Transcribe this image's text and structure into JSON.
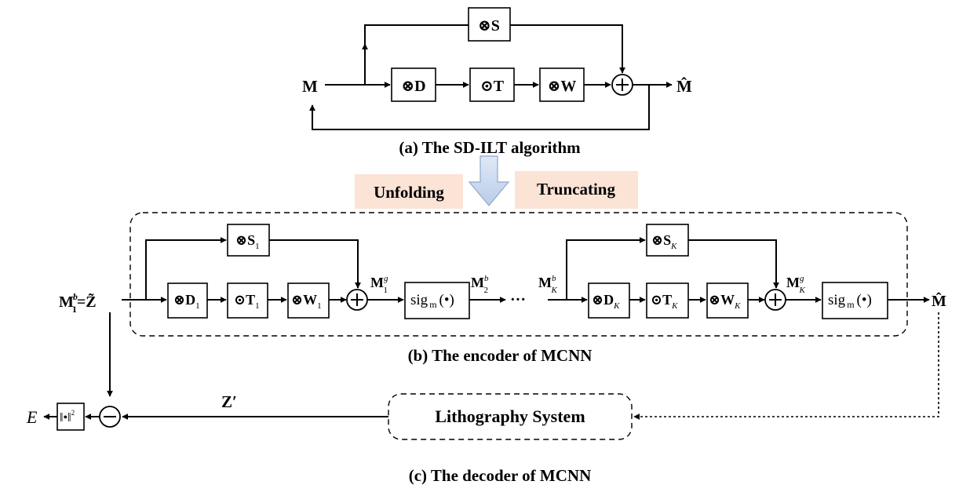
{
  "sd_ilt": {
    "mask_in": "M",
    "mask_out": "M̂",
    "shortcut_op": "⊗S",
    "conv_d": "⊗D",
    "threshold": "⊙T",
    "conv_w": "⊗W",
    "caption": "(a) The SD-ILT algorithm"
  },
  "transition": {
    "left_label": "Unfolding",
    "right_label": "Truncating"
  },
  "encoder": {
    "input": "M",
    "input_sup": "b",
    "input_sub": "1",
    "input_eq": "=Z̃",
    "block1": {
      "s": "⊗S",
      "s_sub": "1",
      "d": "⊗D",
      "d_sub": "1",
      "t": "⊙T",
      "t_sub": "1",
      "w": "⊗W",
      "w_sub": "1",
      "mg": "M",
      "mg_sup": "g",
      "mg_sub": "1",
      "sig": "sig",
      "sig_sub": "m",
      "sig_arg": "(•)",
      "next": "M",
      "next_sup": "b",
      "next_sub": "2"
    },
    "ellipsis": "···",
    "blockK": {
      "in": "M",
      "in_sup": "b",
      "in_sub": "K",
      "s": "⊗S",
      "s_sub": "K",
      "d": "⊗D",
      "d_sub": "K",
      "t": "⊙T",
      "t_sub": "K",
      "w": "⊗W",
      "w_sub": "K",
      "mg": "M",
      "mg_sup": "g",
      "mg_sub": "K",
      "sig": "sig",
      "sig_sub": "m",
      "sig_arg": "(•)"
    },
    "output": "M̂",
    "caption": "(b) The encoder of MCNN"
  },
  "decoder": {
    "lithography": "Lithography System",
    "zprime": "Z′",
    "error": "E",
    "norm": "‖•‖",
    "norm_sup": "2",
    "caption": "(c) The decoder of MCNN"
  }
}
